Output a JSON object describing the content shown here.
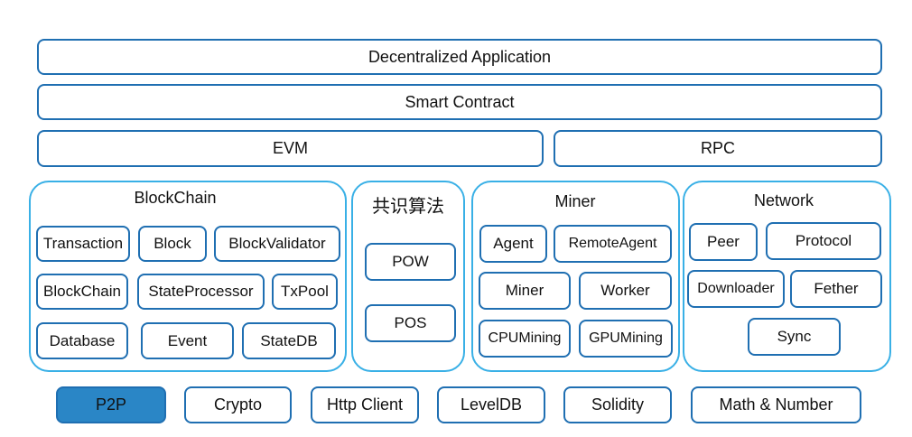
{
  "layers": {
    "dapp": "Decentralized Application",
    "smart_contract": "Smart Contract",
    "evm": "EVM",
    "rpc": "RPC"
  },
  "groups": {
    "blockchain": {
      "title": "BlockChain",
      "items": [
        "Transaction",
        "Block",
        "BlockValidator",
        "BlockChain",
        "StateProcessor",
        "TxPool",
        "Database",
        "Event",
        "StateDB"
      ]
    },
    "consensus": {
      "title": "共识算法",
      "items": [
        "POW",
        "POS"
      ]
    },
    "miner": {
      "title": "Miner",
      "items": [
        "Agent",
        "RemoteAgent",
        "Miner",
        "Worker",
        "CPUMining",
        "GPUMining"
      ]
    },
    "network": {
      "title": "Network",
      "items": [
        "Peer",
        "Protocol",
        "Downloader",
        "Fether",
        "Sync"
      ]
    }
  },
  "foundation": [
    "P2P",
    "Crypto",
    "Http Client",
    "LevelDB",
    "Solidity",
    "Math & Number"
  ],
  "colors": {
    "box_border": "#1f6fb2",
    "group_border": "#39b0e6",
    "highlight_fill": "#2a86c6"
  }
}
